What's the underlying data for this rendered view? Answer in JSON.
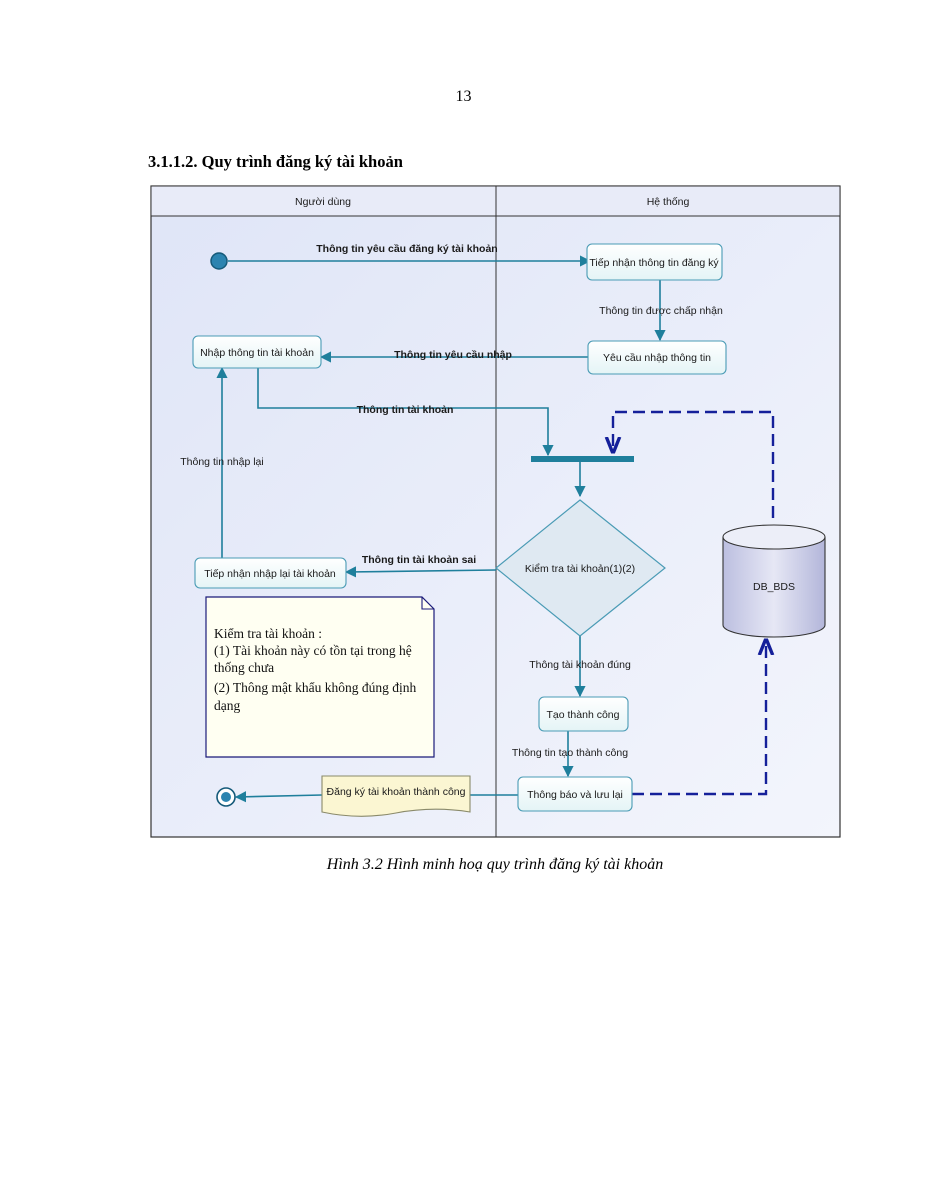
{
  "page": {
    "number": "13",
    "section_heading": "3.1.1.2. Quy trình đăng ký tài khoản",
    "caption": "Hình 3.2 Hình minh hoạ quy trình đăng ký tài khoản"
  },
  "diagram": {
    "lanes": {
      "user": "Người dùng",
      "system": "Hệ thống"
    },
    "nodes": {
      "receive_info": "Tiếp nhận thông tin đăng ký",
      "request_input": "Yêu cầu nhập thông tin",
      "enter_account": "Nhập thông tin tài khoản",
      "re_enter": "Tiếp nhận nhập lại tài khoản",
      "check_account": "Kiểm tra tài khoản(1)(2)",
      "database": "DB_BDS",
      "create_success": "Tạo thành công",
      "notify_save": "Thông báo và lưu lại",
      "register_success": "Đăng ký tài khoản thành công"
    },
    "flows": {
      "request_register": "Thông tin yêu cầu đăng ký tài khoản",
      "info_accepted": "Thông tin được chấp nhận",
      "request_input_info": "Thông tin yêu cầu nhập",
      "account_info": "Thông tin tài khoản",
      "re_enter_info": "Thông tin nhập lại",
      "wrong_account": "Thông tin tài khoản sai",
      "correct_account": "Thông tài khoản đúng",
      "created_info": "Thông tin tạo thành công"
    },
    "note_lines": [
      "Kiểm tra tài khoản :",
      "(1) Tài khoản này có tồn tại trong hệ",
      "thống chưa",
      "(2) Thông mật khẩu không đúng định",
      "dạng"
    ]
  }
}
